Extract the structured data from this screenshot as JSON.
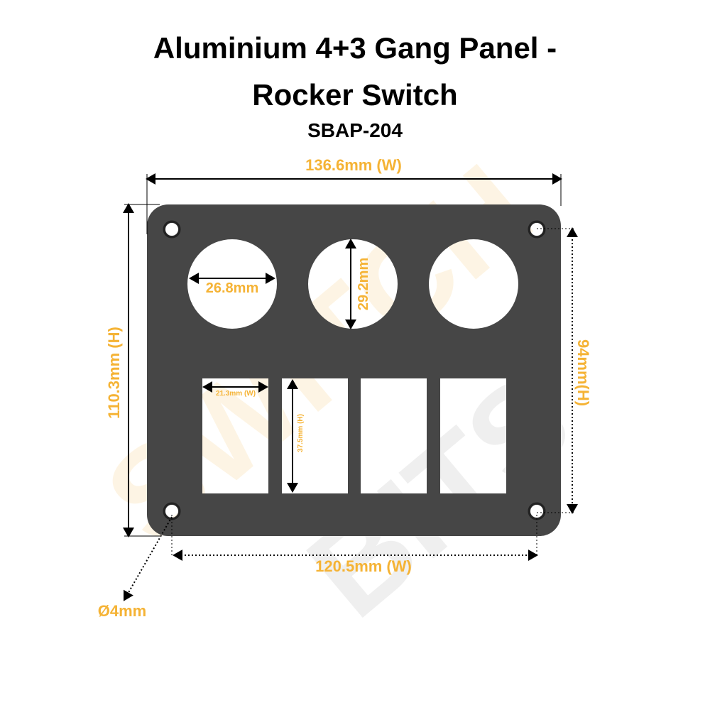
{
  "title": {
    "line1": "Aluminium 4+3 Gang Panel -",
    "line2": "Rocker Switch",
    "model": "SBAP-204"
  },
  "watermark": "SWITCH BITS",
  "colors": {
    "accent": "#f5b335",
    "panel": "#464646",
    "background": "#ffffff"
  },
  "dimensions": {
    "overall_width": "136.6mm (W)",
    "overall_height": "110.3mm (H)",
    "hole_spacing_height": "94mm(H)",
    "hole_spacing_width": "120.5mm (W)",
    "round_cutout_width": "26.8mm",
    "round_cutout_height": "29.2mm",
    "rocker_width": "21.3mm (W)",
    "rocker_height": "37.5mm (H)",
    "mount_hole_diameter": "Ø4mm"
  }
}
